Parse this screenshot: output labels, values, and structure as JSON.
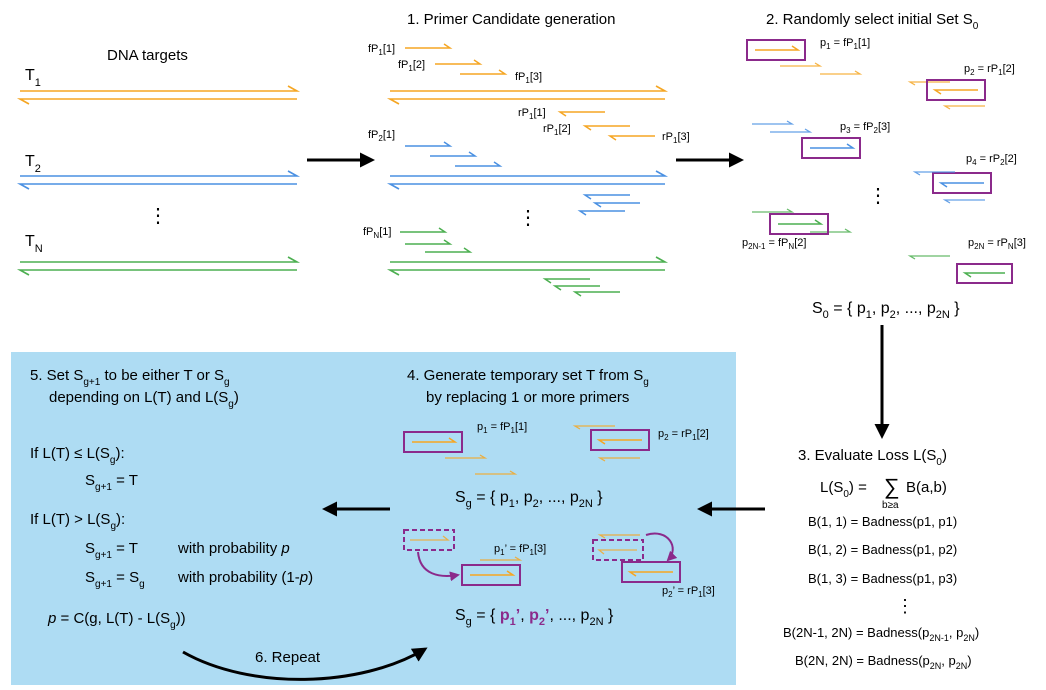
{
  "colors": {
    "orange": "#f5a623",
    "blue": "#4a90e2",
    "green": "#4caf50",
    "purple": "#8b2a8b",
    "panel": "#aedcf3",
    "black": "#000000"
  },
  "step0": {
    "title": "DNA targets",
    "t1": "T",
    "t1_sub": "1",
    "t2": "T",
    "t2_sub": "2",
    "tn": "T",
    "tn_sub": "N",
    "dots": "⋮"
  },
  "step1": {
    "title": "1. Primer Candidate generation",
    "fp1_1": "fP",
    "fp1_1_sub": "1",
    "fp1_1_idx": "[1]",
    "fp1_2": "fP",
    "fp1_2_sub": "1",
    "fp1_2_idx": "[2]",
    "fp1_3": "fP",
    "fp1_3_sub": "1",
    "fp1_3_idx": "[3]",
    "rp1_1": "rP",
    "rp1_1_sub": "1",
    "rp1_1_idx": "[1]",
    "rp1_2": "rP",
    "rp1_2_sub": "1",
    "rp1_2_idx": "[2]",
    "rp1_3": "rP",
    "rp1_3_sub": "1",
    "rp1_3_idx": "[3]",
    "fp2_1": "fP",
    "fp2_1_sub": "2",
    "fp2_1_idx": "[1]",
    "fpn_1": "fP",
    "fpn_1_sub": "N",
    "fpn_1_idx": "[1]",
    "dots": "⋮"
  },
  "step2": {
    "title": "2. Randomly select initial Set S",
    "title_sub": "0",
    "p1": "p",
    "p1_sub": "1",
    "p1_eq": " = fP",
    "p1_eq_sub": "1",
    "p1_idx": "[1]",
    "p2": "p",
    "p2_sub": "2",
    "p2_eq": " = rP",
    "p2_eq_sub": "1",
    "p2_idx": "[2]",
    "p3": "p",
    "p3_sub": "3",
    "p3_eq": " = fP",
    "p3_eq_sub": "2",
    "p3_idx": "[3]",
    "p4": "p",
    "p4_sub": "4",
    "p4_eq": " = rP",
    "p4_eq_sub": "2",
    "p4_idx": "[2]",
    "p2n1": "p",
    "p2n1_sub": "2N-1",
    "p2n1_eq": " = fP",
    "p2n1_eq_sub": "N",
    "p2n1_idx": "[2]",
    "p2n": "p",
    "p2n_sub": "2N",
    "p2n_eq": " = rP",
    "p2n_eq_sub": "N",
    "p2n_idx": "[3]",
    "dots": "⋮",
    "set_s": "S",
    "set_s_sub": "0",
    "set_eq": " = { p",
    "set_p1_sub": "1",
    "set_c1": ", p",
    "set_p2_sub": "2",
    "set_c2": ", ..., p",
    "set_p2n_sub": "2N",
    "set_end": " }"
  },
  "step3": {
    "title": "3. Evaluate Loss L(S",
    "title_sub": "0",
    "title_end": ")",
    "loss_l": "L(S",
    "loss_sub": "0",
    "loss_eq": ") = ",
    "sigma": "∑",
    "sigma_under": "b≥a",
    "loss_sum": "B(a,b)",
    "b11": "B(1, 1) = Badness(p1, p1)",
    "b12": "B(1, 2) = Badness(p1, p2)",
    "b13": "B(1, 3) = Badness(p1, p3)",
    "dots": "⋮",
    "b2n1": "B(2N-1, 2N) = Badness(p",
    "b2n1_s1": "2N-1",
    "b2n1_m": ", p",
    "b2n1_s2": "2N",
    "b2n1_end": ")",
    "b2n": "B(2N, 2N) = Badness(p",
    "b2n_s1": "2N",
    "b2n_m": ", p",
    "b2n_s2": "2N",
    "b2n_end": ")"
  },
  "step4": {
    "title_a": "4. Generate temporary set T from S",
    "title_a_sub": "g",
    "title_b": "by replacing 1 or more primers",
    "p1": "p",
    "p1_sub": "1",
    "p1_eq": " = fP",
    "p1_eq_sub": "1",
    "p1_idx": "[1]",
    "p2": "p",
    "p2_sub": "2",
    "p2_eq": " = rP",
    "p2_eq_sub": "1",
    "p2_idx": "[2]",
    "sg1_s": "S",
    "sg1_sub": "g",
    "sg1_eq": " = { p",
    "sg1_p1": "1",
    "sg1_c1": ", p",
    "sg1_p2": "2",
    "sg1_c2": ", ..., p",
    "sg1_p2n": "2N",
    "sg1_end": " }",
    "p1p": "p",
    "p1p_sub": "1",
    "p1p_eq": "’ = fP",
    "p1p_eq_sub": "1",
    "p1p_idx": "[3]",
    "p2p": "p",
    "p2p_sub": "2",
    "p2p_eq": "’ = rP",
    "p2p_eq_sub": "1",
    "p2p_idx": "[3]",
    "sg2_s": "S",
    "sg2_sub": "g",
    "sg2_eq": " = { ",
    "sg2_pa": "p",
    "sg2_pa_sub": "1",
    "sg2_pa_prime": "’",
    "sg2_comma": ", ",
    "sg2_pb": "p",
    "sg2_pb_sub": "2",
    "sg2_pb_prime": "’",
    "sg2_c2": ", ..., p",
    "sg2_p2n": "2N",
    "sg2_end": " }"
  },
  "step5": {
    "title_a": "5. Set S",
    "title_a_sub": "g+1",
    "title_a_end": " to be either T or S",
    "title_a_sub2": "g",
    "title_b": "depending on L(T) and L(S",
    "title_b_sub": "g",
    "title_b_end": ")",
    "if1": "If L(T) ≤ L(S",
    "if1_sub": "g",
    "if1_end": "):",
    "r1": "S",
    "r1_sub": "g+1",
    "r1_end": " = T",
    "if2": "If L(T) > L(S",
    "if2_sub": "g",
    "if2_end": "):",
    "r2": "S",
    "r2_sub": "g+1",
    "r2_end": " = T",
    "r2_prob": "with probability ",
    "r2_p": "p",
    "r3": "S",
    "r3_sub": "g+1",
    "r3_end": " = S",
    "r3_sub2": "g",
    "r3_prob": "with probability (1-",
    "r3_p": "p",
    "r3_close": ")",
    "pf": "p",
    "pf_eq": " = C(g, L(T) - L(S",
    "pf_sub": "g",
    "pf_end": "))"
  },
  "step6": {
    "label": "6. Repeat"
  }
}
